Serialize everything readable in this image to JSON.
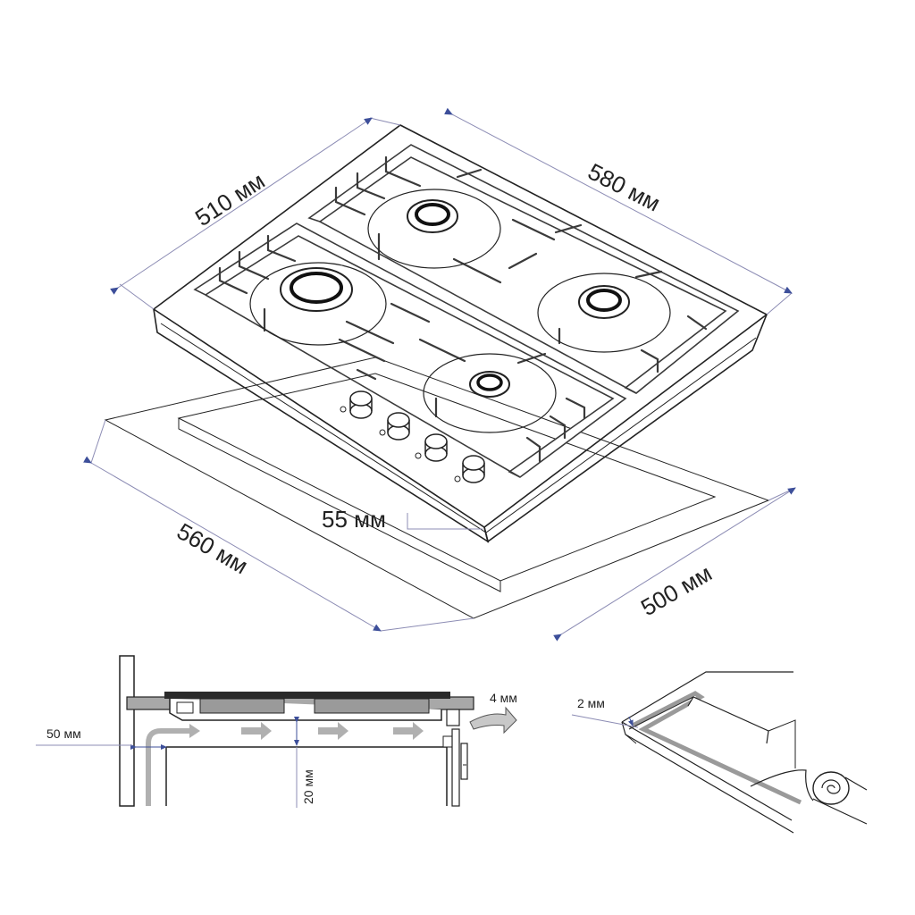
{
  "dimensions": {
    "hob_depth": "510 мм",
    "hob_width": "580 мм",
    "cutout_width": "560 мм",
    "cutout_depth": "500 мм",
    "hob_height": "55 мм"
  },
  "installation": {
    "wall_gap": "50 мм",
    "front_gap": "4 мм",
    "vent_gap": "20 мм"
  },
  "seal": {
    "thickness": "2 мм"
  },
  "colors": {
    "line": "#222222",
    "dimension_line": "#8c8cb4",
    "arrow": "#3d4f9a",
    "airflow": "#b0b0b0",
    "counter": "#a8a8a8"
  }
}
